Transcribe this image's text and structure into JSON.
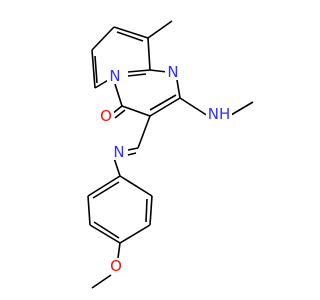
{
  "colors": {
    "background": "#ffffff",
    "bond": "#000000",
    "nitrogen": "#3030ff",
    "oxygen": "#ff0d0d"
  },
  "atoms": {
    "ring_n_bridge": "N",
    "ring_n_pyrimidine": "N",
    "carbonyl_o": "O",
    "amine_nh": "NH",
    "imine_n": "N",
    "methoxy_o": "O"
  }
}
